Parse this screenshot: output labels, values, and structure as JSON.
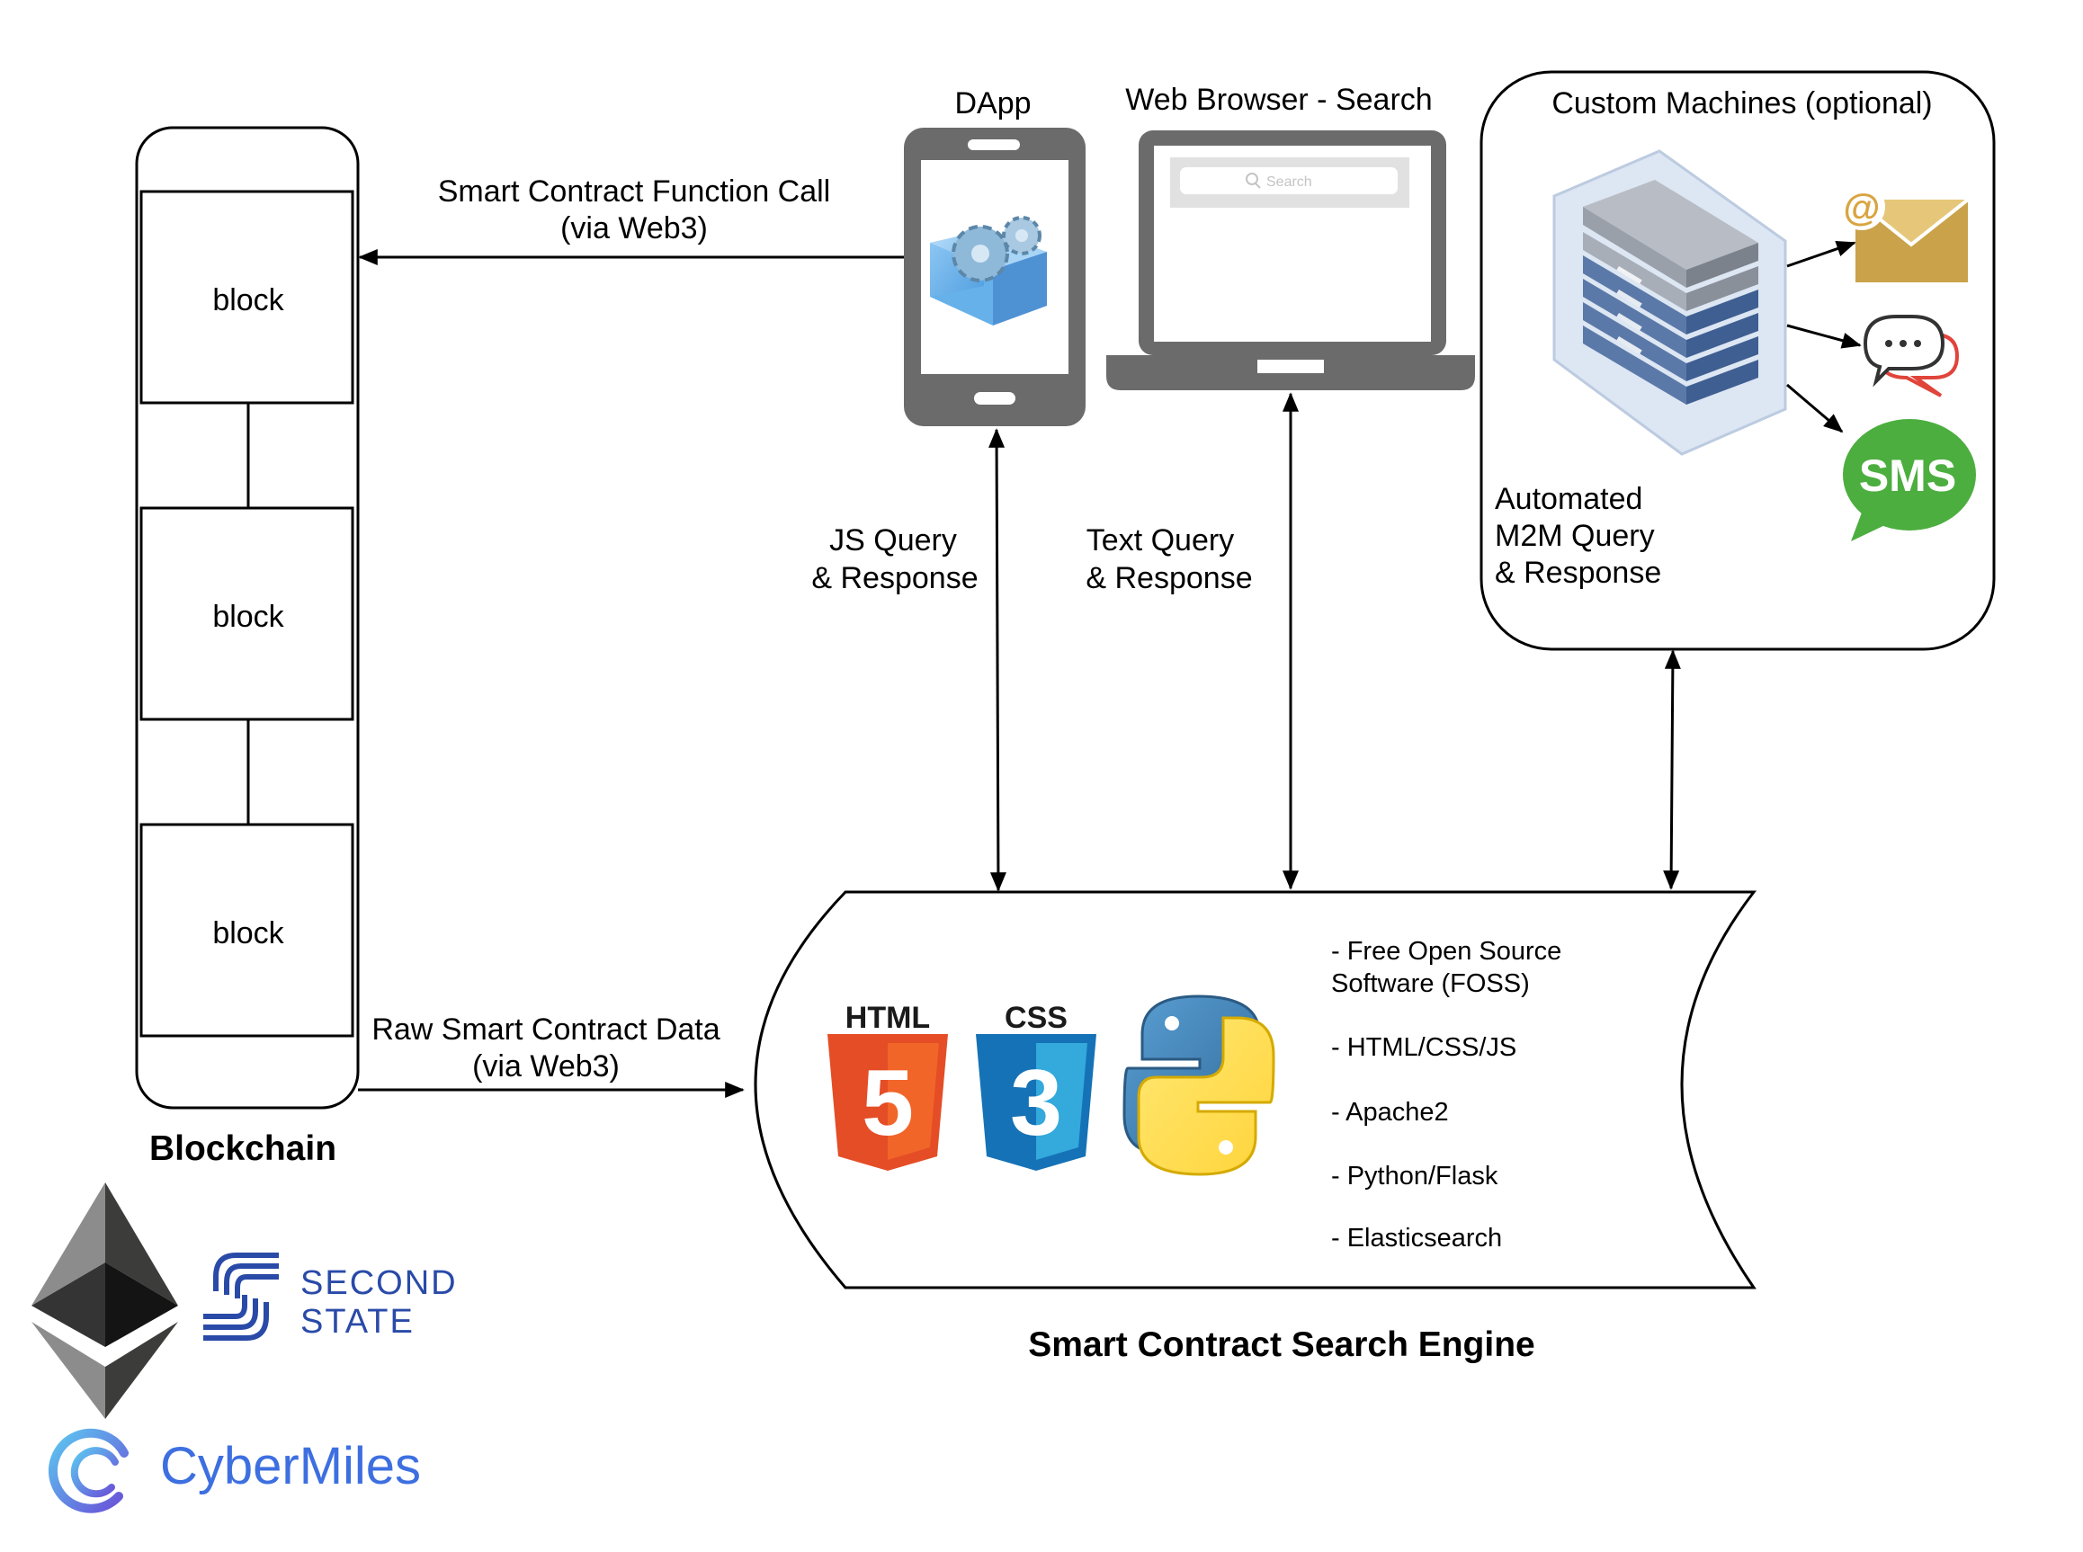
{
  "blockchain": {
    "blocks": [
      "block",
      "block",
      "block"
    ],
    "title": "Blockchain"
  },
  "dapp": {
    "title": "DApp"
  },
  "browser": {
    "title": "Web Browser - Search",
    "search_placeholder": "Search"
  },
  "machines": {
    "title": "Custom Machines (optional)",
    "desc": [
      "Automated",
      "M2M Query",
      "& Response"
    ],
    "sms_label": "SMS"
  },
  "arrows": {
    "function_call": [
      "Smart Contract Function Call",
      "(via Web3)"
    ],
    "raw_data": [
      "Raw Smart Contract Data",
      "(via Web3)"
    ],
    "js_query": [
      "JS Query",
      "& Response"
    ],
    "text_query": [
      "Text Query",
      "& Response"
    ]
  },
  "engine": {
    "title": "Smart Contract Search Engine",
    "html_logo": "HTML",
    "html_digit": "5",
    "css_logo": "CSS",
    "css_digit": "3",
    "features": [
      "- Free Open Source",
      "Software (FOSS)",
      "- HTML/CSS/JS",
      "- Apache2",
      "- Python/Flask",
      "- Elasticsearch"
    ]
  },
  "logos": {
    "second_state": [
      "SECOND",
      "STATE"
    ],
    "cybermiles": "CyberMiles"
  },
  "colors": {
    "device_gray": "#6b6b6b",
    "sms_green": "#4cae3f",
    "mail_gold": "#c9a24a",
    "html_orange": "#e44d26",
    "css_blue": "#1572b6",
    "python_blue": "#366c9c",
    "python_yellow": "#f7cf3b",
    "second_state_blue": "#2a4aa8",
    "cybermiles_blue": "#3d6fe0"
  }
}
